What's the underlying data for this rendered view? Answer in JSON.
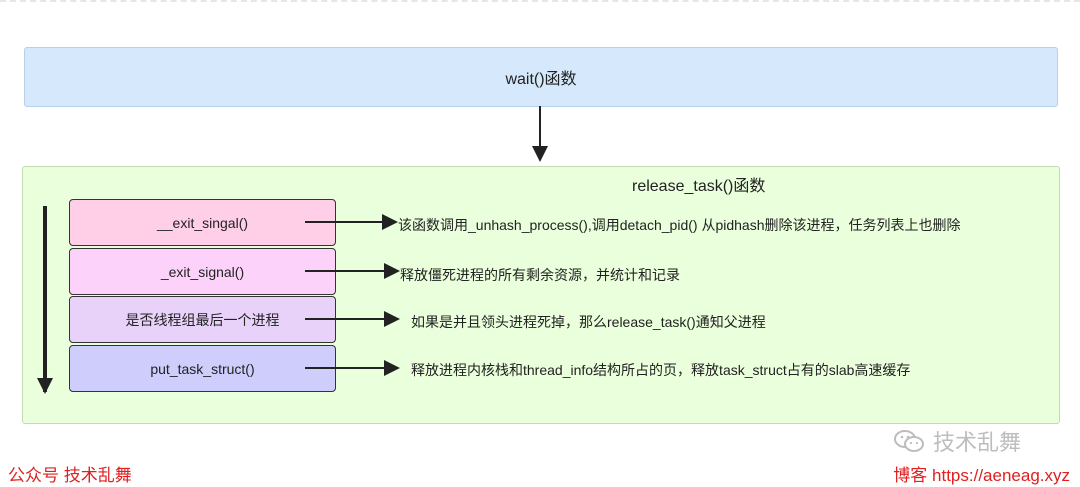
{
  "diagram": {
    "wait_label": "wait()函数",
    "release_title": "release_task()函数",
    "steps": [
      {
        "label": "__exit_singal()",
        "description": "该函数调用_unhash_process(),调用detach_pid() 从pidhash删除该进程，任务列表上也删除"
      },
      {
        "label": "_exit_signal()",
        "description": "释放僵死进程的所有剩余资源，并统计和记录"
      },
      {
        "label": "是否线程组最后一个进程",
        "description": "如果是并且领头进程死掉，那么release_task()通知父进程"
      },
      {
        "label": "put_task_struct()",
        "description": "释放进程内核栈和thread_info结构所占的页，释放task_struct占有的slab高速缓存"
      }
    ]
  },
  "footer": {
    "left": "公众号  技术乱舞",
    "right": "博客 https://aeneag.xyz",
    "watermark": "技术乱舞"
  },
  "colors": {
    "wait_box": "#d6e8fb",
    "release_box": "#eaffdb",
    "step1": "#ffcfe7",
    "step2": "#fcd2fb",
    "step3": "#e8d2fa",
    "step4": "#cecdfb",
    "footer_text": "#e02020"
  },
  "icons": {
    "watermark_icon": "wechat-icon"
  }
}
